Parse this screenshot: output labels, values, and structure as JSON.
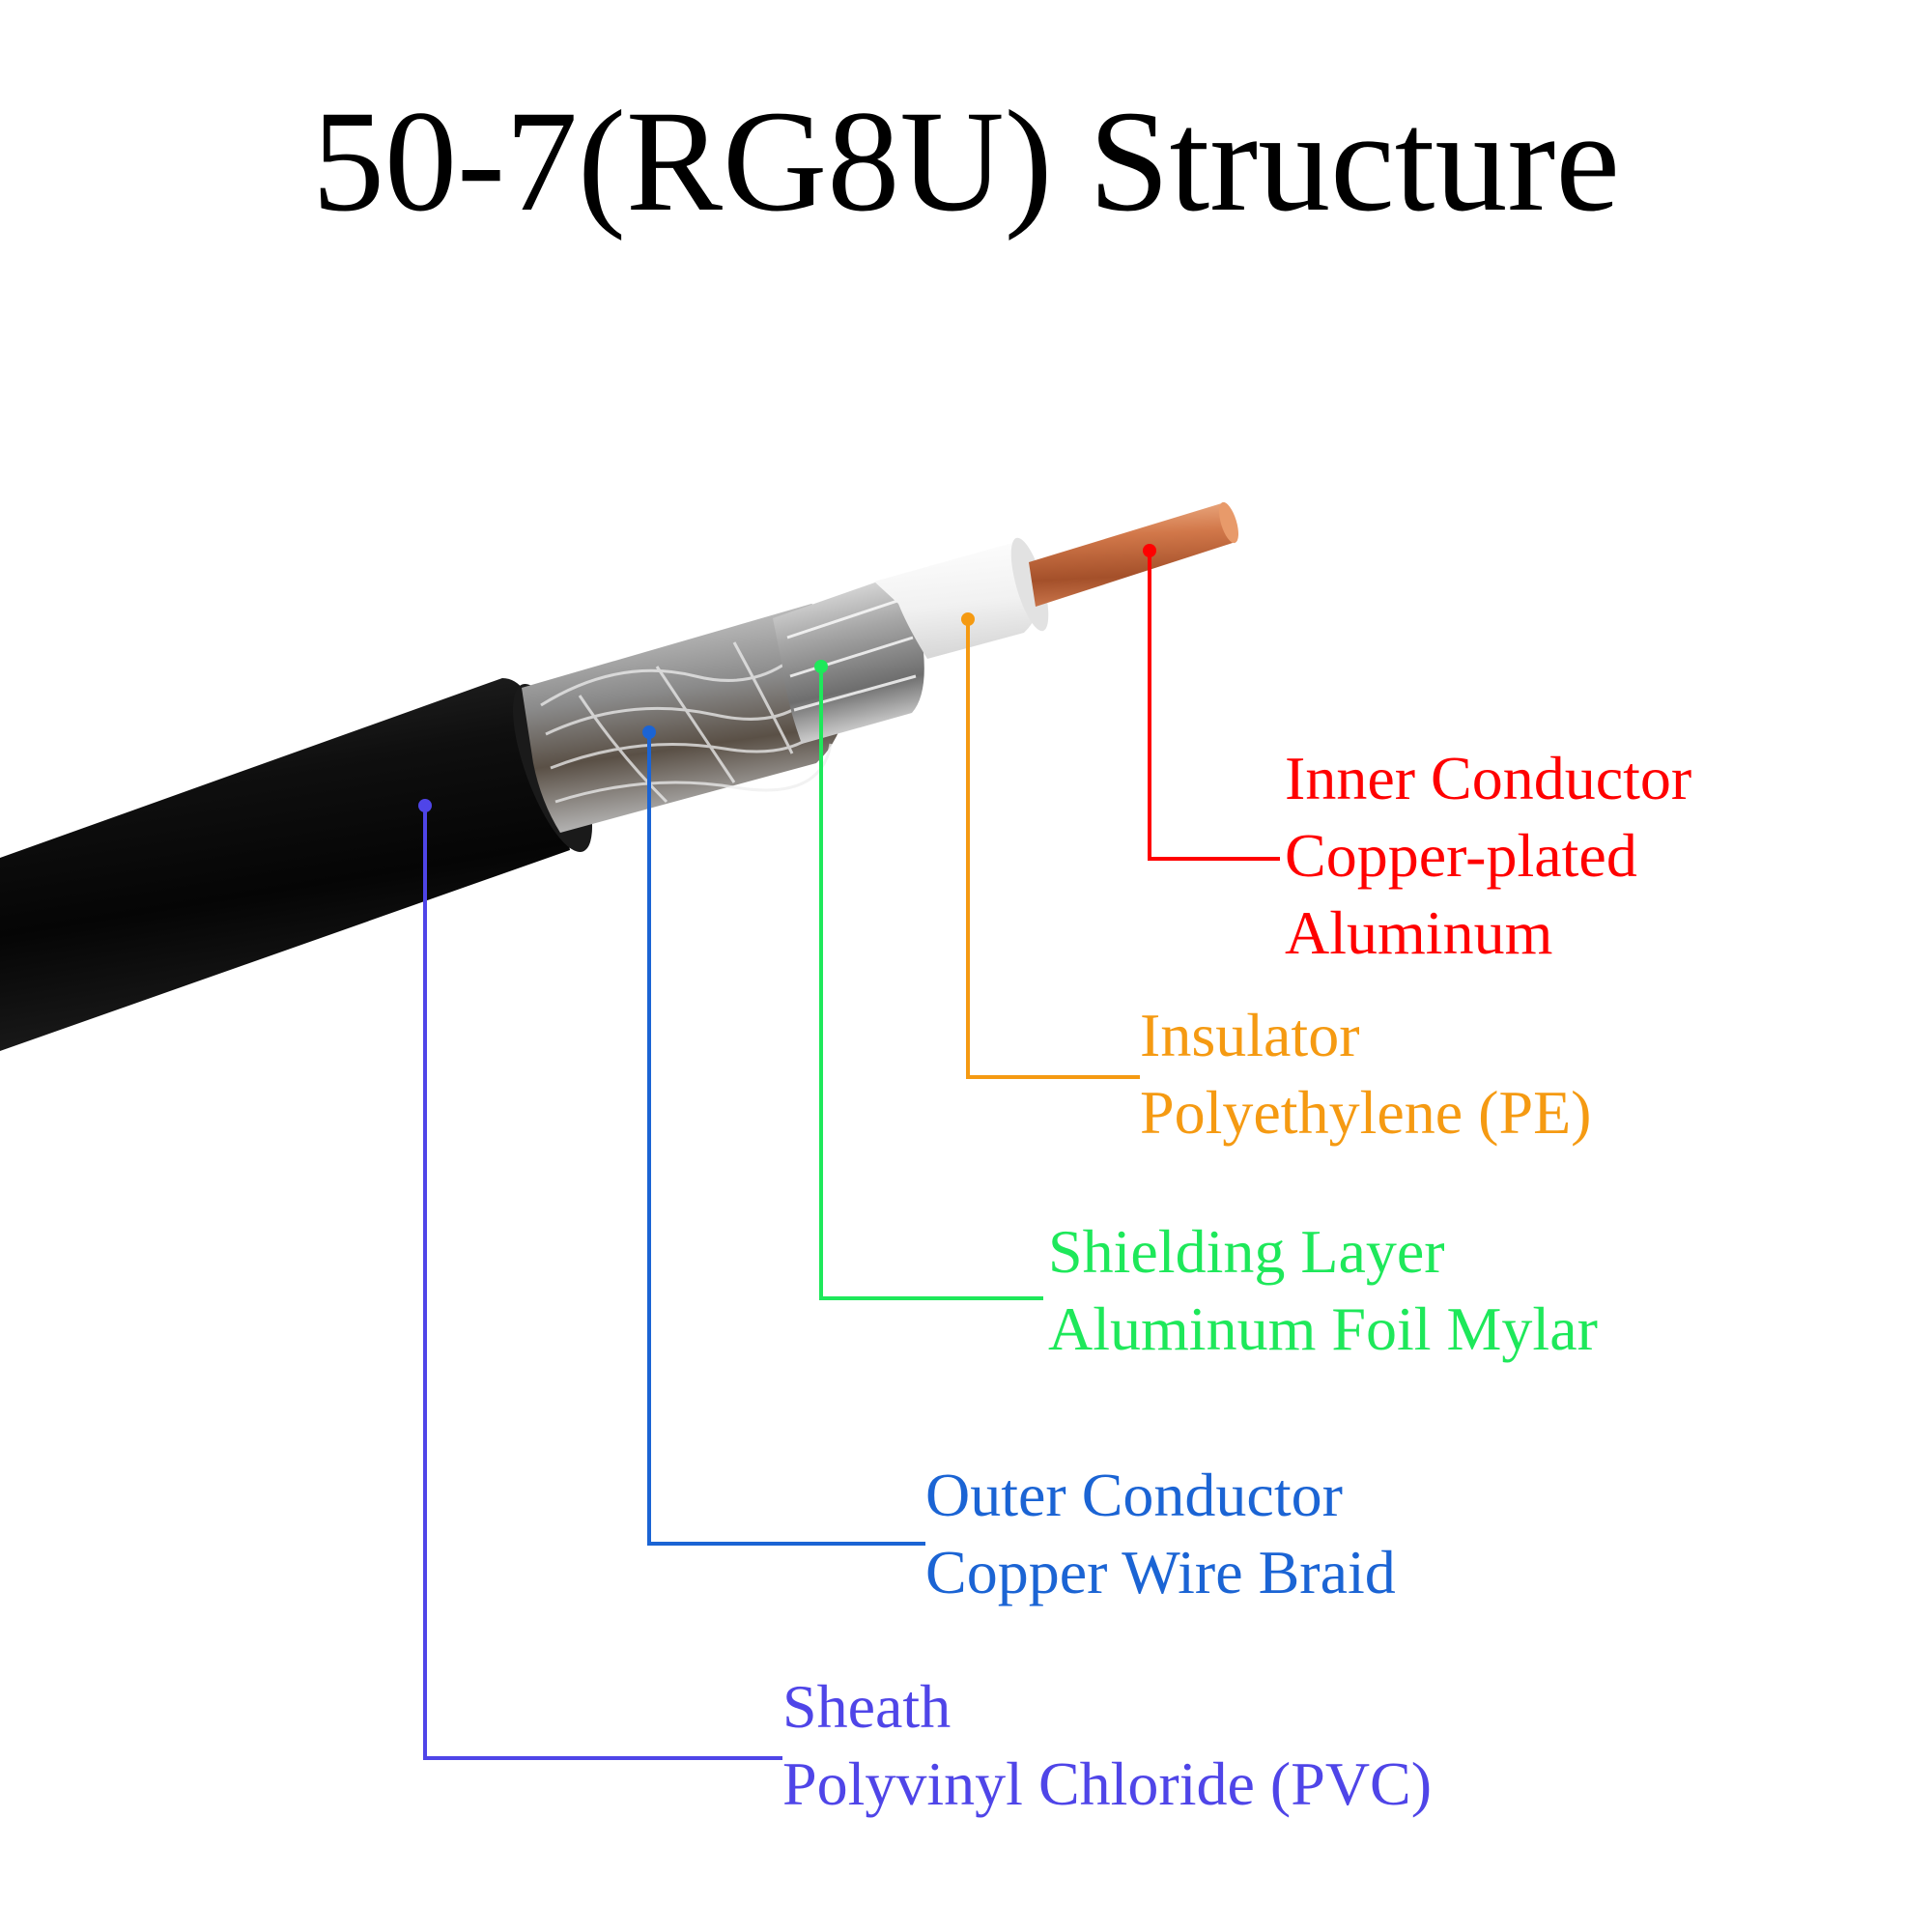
{
  "title": "50-7(RG8U) Structure",
  "colors": {
    "inner": "#ff0000",
    "insulator": "#f59a12",
    "shield": "#1ee85a",
    "outer": "#1b64d4",
    "sheath": "#4f45e8"
  },
  "layers": [
    {
      "id": "inner",
      "name": "Inner Conductor",
      "material_lines": [
        "Copper-plated",
        "Aluminum"
      ]
    },
    {
      "id": "insulator",
      "name": "Insulator",
      "material_lines": [
        "Polyethylene (PE)"
      ]
    },
    {
      "id": "shield",
      "name": "Shielding Layer",
      "material_lines": [
        "Aluminum Foil Mylar"
      ]
    },
    {
      "id": "outer",
      "name": "Outer Conductor",
      "material_lines": [
        "Copper Wire Braid"
      ]
    },
    {
      "id": "sheath",
      "name": "Sheath",
      "material_lines": [
        "Polyvinyl Chloride (PVC)"
      ]
    }
  ]
}
